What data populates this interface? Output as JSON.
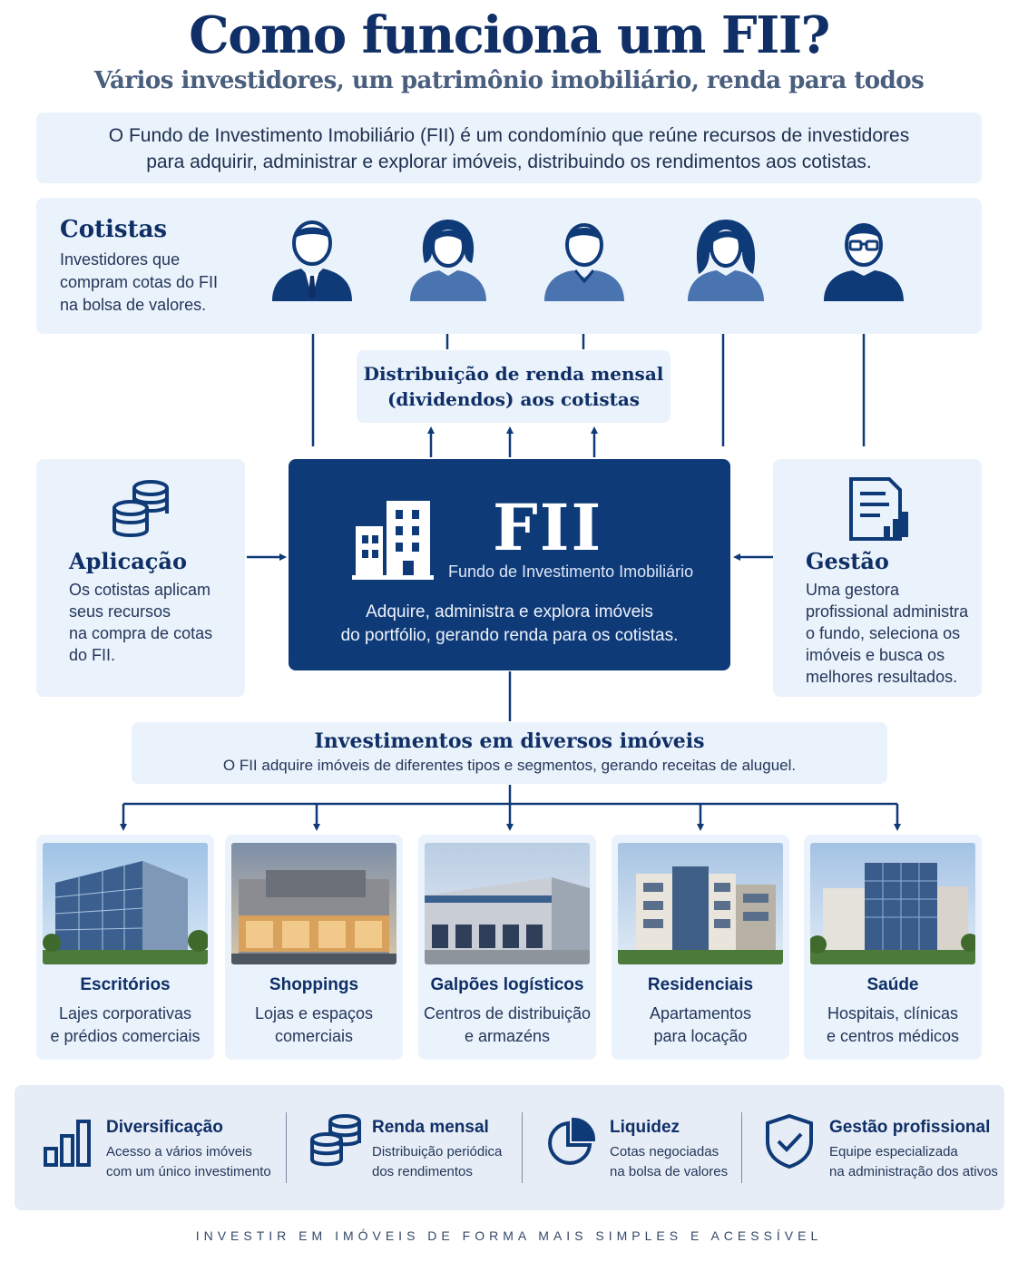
{
  "title": "Como funciona um FII?",
  "subtitle": "Vários investidores, um patrimônio imobiliário, renda para todos",
  "intro": {
    "line1": "O Fundo de Investimento Imobiliário (FII) é um condomínio que reúne recursos de investidores",
    "line2": "para adquirir, administrar e explorar imóveis, distribuindo os rendimentos aos cotistas."
  },
  "cotistas": {
    "title": "Cotistas",
    "desc": [
      "Investidores que",
      "compram cotas do FII",
      "na bolsa de valores."
    ],
    "icons": [
      "man-suit-icon",
      "woman-icon",
      "man-icon",
      "woman-long-hair-icon",
      "man-glasses-icon"
    ]
  },
  "distribuicao": {
    "line1": "Distribuição de renda mensal",
    "line2": "(dividendos) aos cotistas"
  },
  "aplicacao": {
    "title": "Aplicação",
    "desc": [
      "Os cotistas aplicam",
      "seus recursos",
      "na compra de cotas",
      "do FII."
    ],
    "icon": "coins-stack-icon"
  },
  "gestao": {
    "title": "Gestão",
    "desc": [
      "Uma gestora",
      "profissional administra",
      "o fundo, seleciona os",
      "imóveis e busca os",
      "melhores resultados."
    ],
    "icon": "report-document-icon"
  },
  "fii": {
    "name": "FII",
    "full": "Fundo de Investimento Imobiliário",
    "desc1": "Adquire, administra e explora imóveis",
    "desc2": "do portfólio, gerando renda para os cotistas.",
    "icon": "buildings-icon"
  },
  "investimentos": {
    "title": "Investimentos em diversos imóveis",
    "desc": "O FII adquire imóveis de diferentes tipos e segmentos, gerando receitas de aluguel."
  },
  "segments": [
    {
      "title": "Escritórios",
      "line1": "Lajes corporativas",
      "line2": "e prédios comerciais"
    },
    {
      "title": "Shoppings",
      "line1": "Lojas e espaços",
      "line2": "comerciais"
    },
    {
      "title": "Galpões logísticos",
      "line1": "Centros de distribuição",
      "line2": "e armazéns"
    },
    {
      "title": "Residenciais",
      "line1": "Apartamentos",
      "line2": "para locação"
    },
    {
      "title": "Saúde",
      "line1": "Hospitais, clínicas",
      "line2": "e centros médicos"
    }
  ],
  "benefits": [
    {
      "title": "Diversificação",
      "line1": "Acesso a vários imóveis",
      "line2": "com um único investimento",
      "icon": "bar-chart-icon"
    },
    {
      "title": "Renda mensal",
      "line1": "Distribuição periódica",
      "line2": "dos rendimentos",
      "icon": "coins-icon"
    },
    {
      "title": "Liquidez",
      "line1": "Cotas negociadas",
      "line2": "na bolsa de valores",
      "icon": "pie-chart-icon"
    },
    {
      "title": "Gestão profissional",
      "line1": "Equipe especializada",
      "line2": "na administração dos ativos",
      "icon": "shield-check-icon"
    }
  ],
  "footer": "INVESTIR EM IMÓVEIS DE FORMA MAIS SIMPLES E ACESSÍVEL",
  "colors": {
    "navy": "#0f3a78",
    "panel": "#eaf2fb",
    "text": "#0f2f66"
  }
}
